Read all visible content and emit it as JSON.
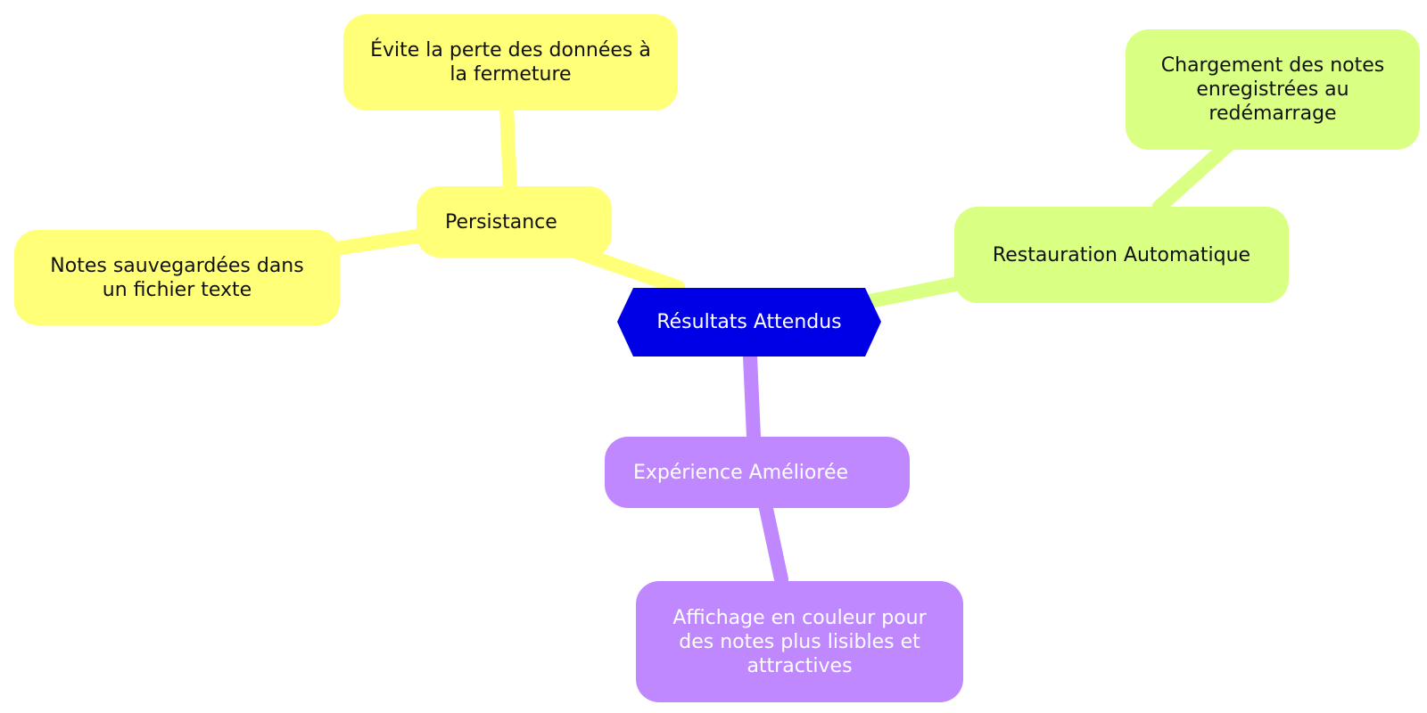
{
  "colors": {
    "root": "#0000e6",
    "persistence": "#ffff78",
    "restoration": "#d9ff83",
    "experience": "#c088ff"
  },
  "root": {
    "label": "Résultats Attendus"
  },
  "persistence": {
    "label": "Persistance",
    "children": [
      "Évite la perte des données à la fermeture",
      "Notes sauvegardées dans un fichier texte"
    ]
  },
  "restoration": {
    "label": "Restauration Automatique",
    "children": [
      "Chargement des notes enregistrées au redémarrage"
    ]
  },
  "experience": {
    "label": "Expérience Améliorée",
    "children": [
      "Affichage en couleur pour des notes plus lisibles et attractives"
    ]
  }
}
